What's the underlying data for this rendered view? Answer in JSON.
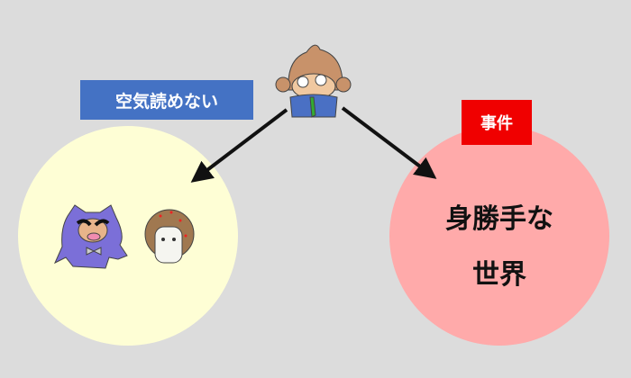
{
  "left_label": "空気読めない",
  "right_label": "事件",
  "right_text_line1": "身勝手な",
  "right_text_line2": "世界",
  "colors": {
    "background": "#dcdcdc",
    "left_circle": "#fefed5",
    "right_circle": "#ffaaaa",
    "left_label": "#4472c4",
    "right_label": "#f00000"
  }
}
